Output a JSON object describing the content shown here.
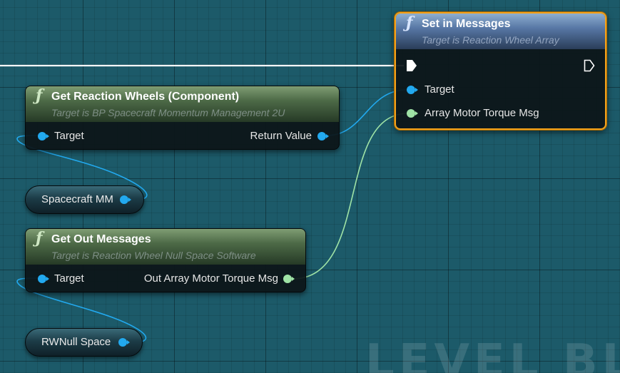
{
  "watermark": "LEVEL BLU",
  "nodes": {
    "get_reaction_wheels": {
      "title": "Get Reaction Wheels (Component)",
      "subtitle": "Target is BP Spacecraft Momentum Management 2U",
      "input_label": "Target",
      "output_label": "Return Value"
    },
    "get_out_messages": {
      "title": "Get Out Messages",
      "subtitle": "Target is Reaction Wheel Null Space Software",
      "input_label": "Target",
      "output_label": "Out Array Motor Torque Msg"
    },
    "set_in_messages": {
      "title": "Set in Messages",
      "subtitle": "Target is Reaction Wheel Array",
      "target_label": "Target",
      "array_label": "Array Motor Torque Msg"
    },
    "spacecraft_mm": {
      "label": "Spacecraft MM"
    },
    "rwnull_space": {
      "label": "RWNull Space"
    }
  },
  "colors": {
    "object_pin": "#22a9ef",
    "struct_pin": "#9fe3a6",
    "exec_wire": "#ffffff",
    "selection": "#f2a21c",
    "function_header": "#4d6a47",
    "setter_header": "#5878a6"
  },
  "icons": {
    "function": "function-f-icon",
    "exec_in": "exec-in-pin-icon",
    "exec_out": "exec-out-pin-icon"
  }
}
